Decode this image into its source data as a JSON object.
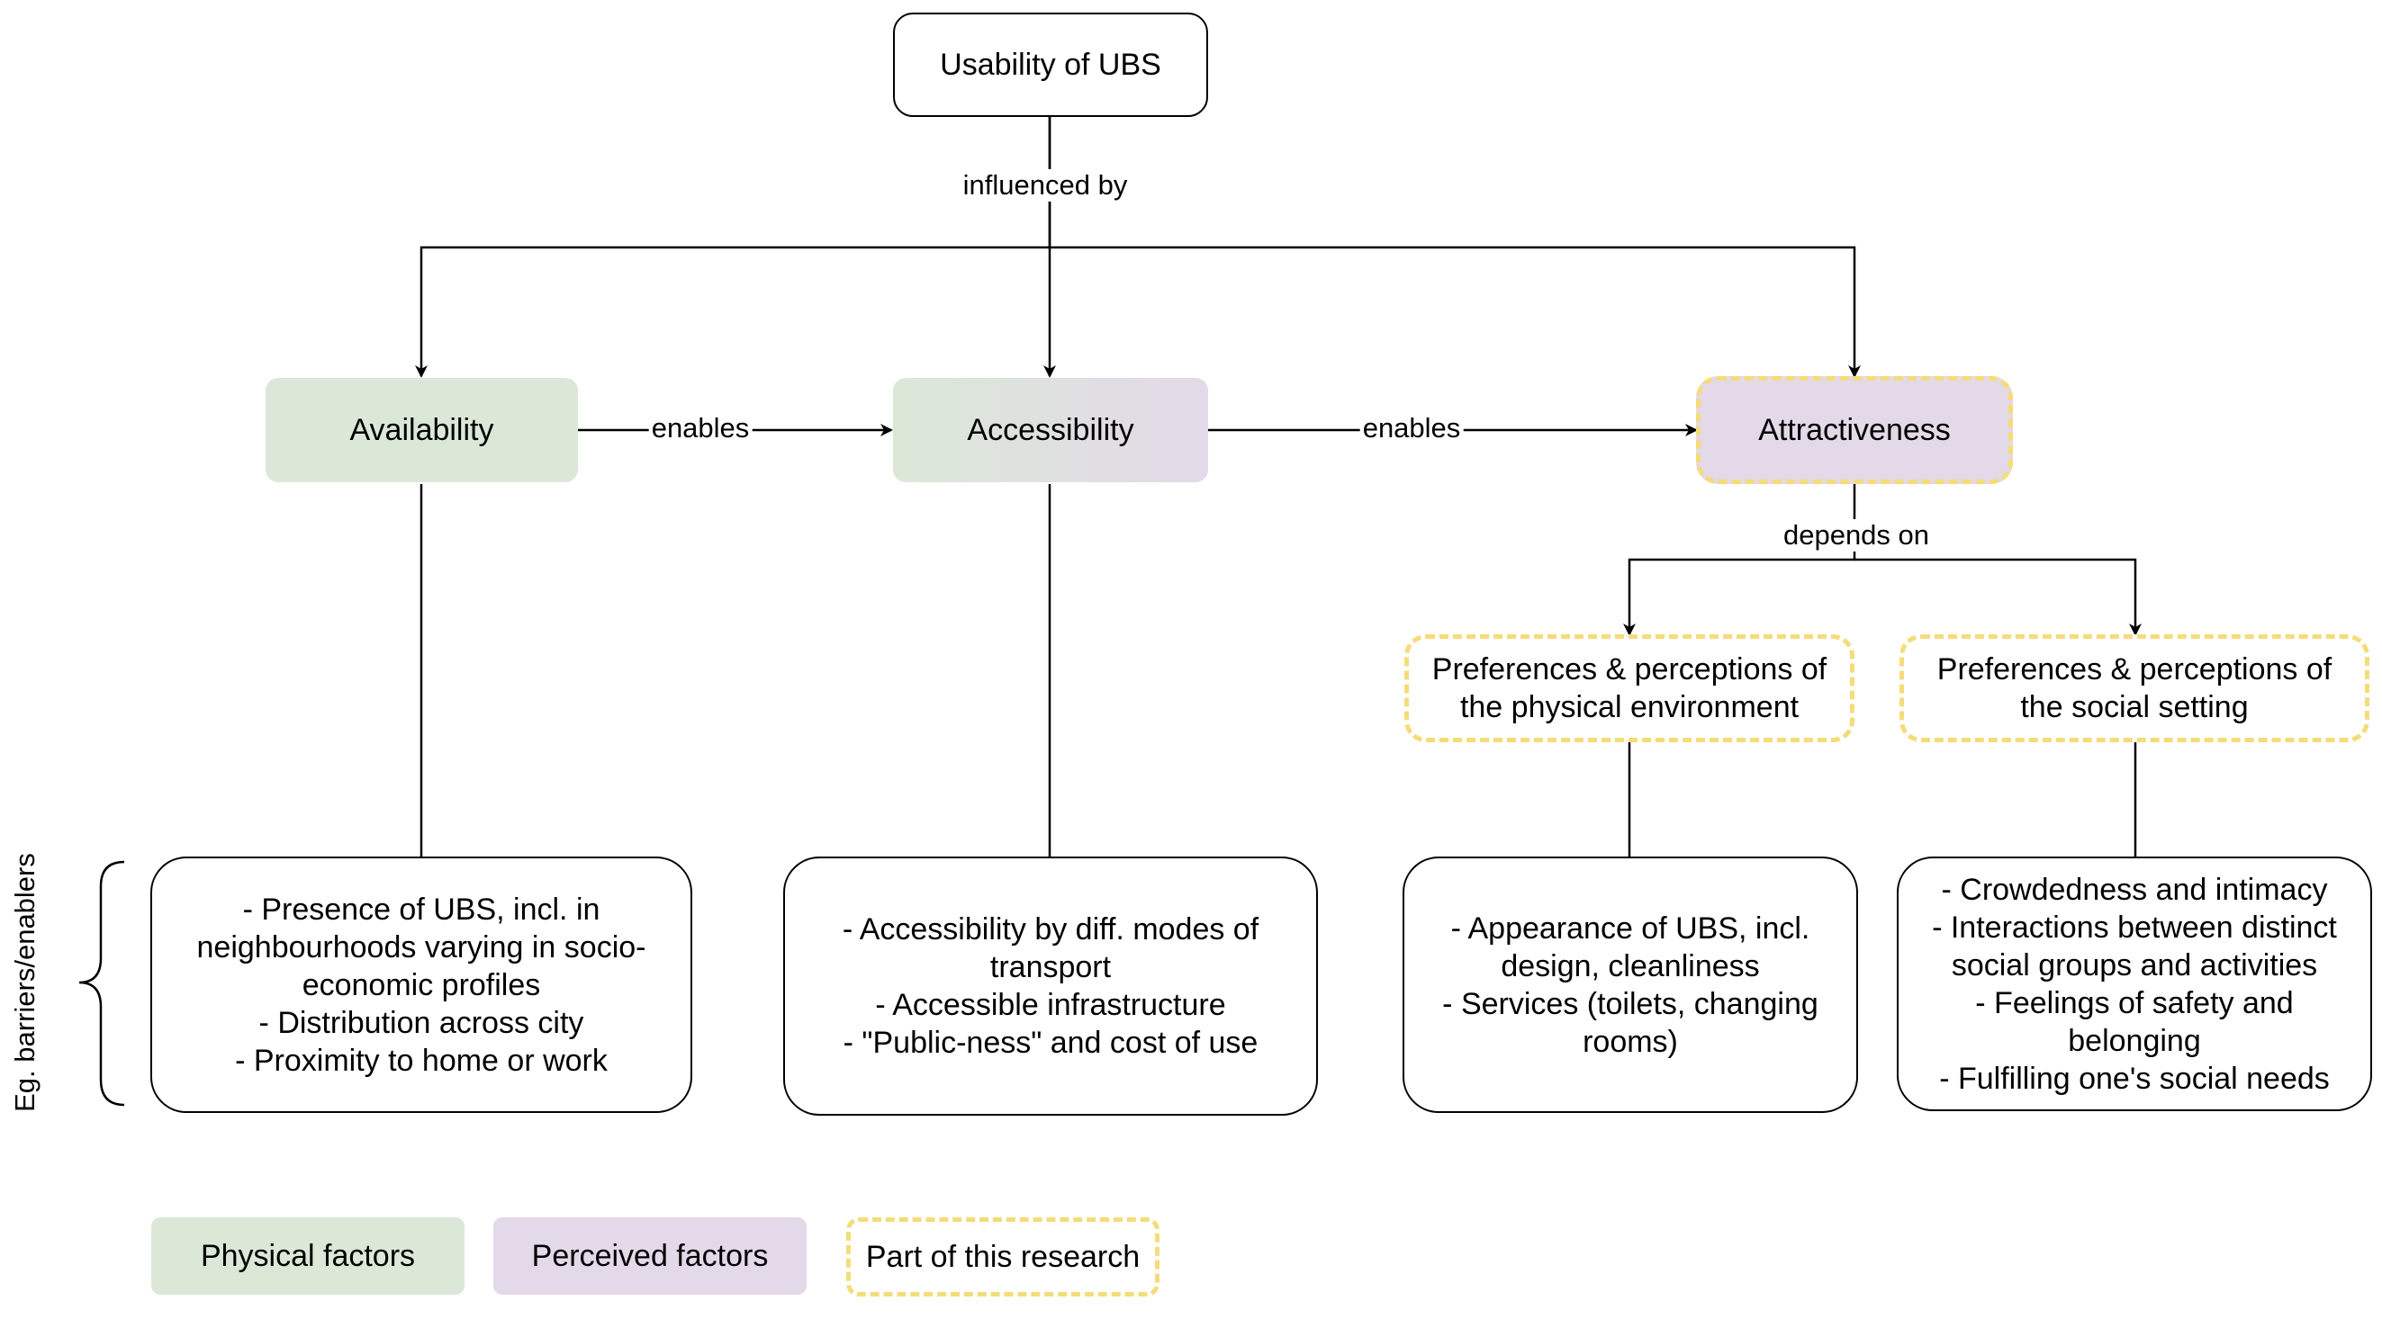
{
  "diagram": {
    "top": "Usability of UBS",
    "edge_influenced": "influenced by",
    "availability": "Availability",
    "accessibility": "Accessibility",
    "attractiveness": "Attractiveness",
    "edge_enables_1": "enables",
    "edge_enables_2": "enables",
    "edge_depends": "depends on",
    "pref_physical": "Preferences & perceptions of\nthe physical environment",
    "pref_social": "Preferences & perceptions of\nthe social setting",
    "detail_availability": "- Presence of UBS, incl. in\nneighbourhoods varying in socio-\neconomic profiles\n- Distribution across city\n- Proximity to home or work",
    "detail_accessibility": "- Accessibility by diff. modes of\ntransport\n- Accessible infrastructure\n- \"Public-ness\" and cost of use",
    "detail_physical": "- Appearance of UBS, incl.\ndesign, cleanliness\n- Services (toilets, changing\nrooms)",
    "detail_social": "- Crowdedness and intimacy\n- Interactions between distinct\nsocial groups and activities\n- Feelings of safety and\nbelonging\n- Fulfilling one's social needs",
    "side_label": "Eg. barriers/enablers"
  },
  "legend": {
    "physical": "Physical factors",
    "perceived": "Perceived factors",
    "research": "Part of this research"
  },
  "colors": {
    "physical": "#dbe8d8",
    "perceived": "#e3d9e8",
    "research_dash": "#f5dc7a"
  }
}
